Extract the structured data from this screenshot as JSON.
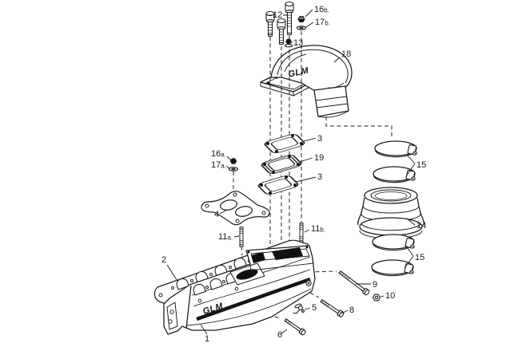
{
  "diagram": {
    "type": "exploded-parts-diagram",
    "subject": "GLM marine exhaust manifold and elbow assembly",
    "colors": {
      "background": "#ffffff",
      "line": "#1f1f1f",
      "dark_fill": "#111111"
    },
    "logos": {
      "elbow": "GLM",
      "manifold": "GLM"
    },
    "callouts": [
      {
        "num": "12",
        "suffix": ""
      },
      {
        "num": "16",
        "suffix": "b."
      },
      {
        "num": "17",
        "suffix": "b."
      },
      {
        "num": "13",
        "suffix": ""
      },
      {
        "num": "18",
        "suffix": ""
      },
      {
        "num": "3",
        "suffix": ""
      },
      {
        "num": "19",
        "suffix": ""
      },
      {
        "num": "3",
        "suffix": ""
      },
      {
        "num": "16",
        "suffix": "a."
      },
      {
        "num": "17",
        "suffix": "a."
      },
      {
        "num": "4",
        "suffix": ""
      },
      {
        "num": "11",
        "suffix": "a."
      },
      {
        "num": "11",
        "suffix": "b."
      },
      {
        "num": "2",
        "suffix": ""
      },
      {
        "num": "1",
        "suffix": ""
      },
      {
        "num": "15",
        "suffix": ""
      },
      {
        "num": "14",
        "suffix": ""
      },
      {
        "num": "15",
        "suffix": ""
      },
      {
        "num": "9",
        "suffix": ""
      },
      {
        "num": "10",
        "suffix": ""
      },
      {
        "num": "8",
        "suffix": ""
      },
      {
        "num": "5",
        "suffix": ""
      },
      {
        "num": "6",
        "suffix": ""
      }
    ]
  }
}
